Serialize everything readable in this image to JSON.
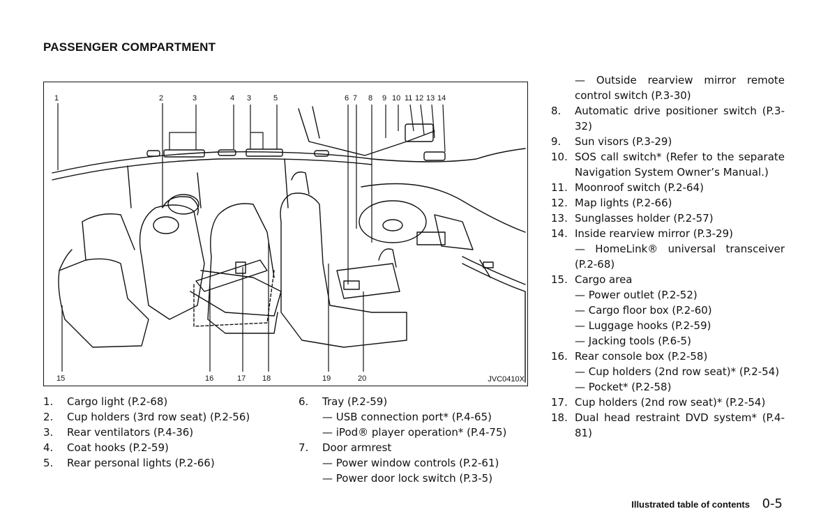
{
  "page": {
    "title": "PASSENGER COMPARTMENT",
    "footer_section": "Illustrated table of contents",
    "footer_page": "0-5"
  },
  "figure": {
    "code": "JVC0410X",
    "top_callouts": [
      "1",
      "2",
      "3",
      "4",
      "3",
      "5",
      "6",
      "7",
      "8",
      "9",
      "10",
      "11",
      "12",
      "13",
      "14"
    ],
    "bottom_callouts": [
      "15",
      "16",
      "17",
      "18",
      "19",
      "20"
    ]
  },
  "items_col1": [
    {
      "num": "1.",
      "text": "Cargo light (P.2-68)"
    },
    {
      "num": "2.",
      "text": "Cup holders (3rd row seat) (P.2-56)"
    },
    {
      "num": "3.",
      "text": "Rear ventilators (P.4-36)"
    },
    {
      "num": "4.",
      "text": "Coat hooks (P.2-59)"
    },
    {
      "num": "5.",
      "text": "Rear personal lights (P.2-66)"
    }
  ],
  "items_col2": [
    {
      "num": "6.",
      "text": "Tray (P.2-59)",
      "subs": [
        "— USB connection port* (P.4-65)",
        "— iPod® player operation* (P.4-75)"
      ]
    },
    {
      "num": "7.",
      "text": "Door armrest",
      "subs": [
        "— Power window controls (P.2-61)",
        "— Power door lock switch (P.3-5)"
      ]
    }
  ],
  "col3_cont": "— Outside rearview mirror remote control switch (P.3-30)",
  "items_col3": [
    {
      "num": "8.",
      "text": "Automatic drive positioner switch (P.3-32)"
    },
    {
      "num": "9.",
      "text": "Sun visors (P.3-29)"
    },
    {
      "num": "10.",
      "text": "SOS call switch* (Refer to the separate Navigation System Owner’s Manual.)"
    },
    {
      "num": "11.",
      "text": "Moonroof switch (P.2-64)"
    },
    {
      "num": "12.",
      "text": "Map lights (P.2-66)"
    },
    {
      "num": "13.",
      "text": "Sunglasses holder (P.2-57)"
    },
    {
      "num": "14.",
      "text": "Inside rearview mirror (P.3-29)",
      "subs": [
        "— HomeLink® universal transceiver (P.2-68)"
      ]
    },
    {
      "num": "15.",
      "text": "Cargo area",
      "subs": [
        "— Power outlet (P.2-52)",
        "— Cargo floor box (P.2-60)",
        "— Luggage hooks (P.2-59)",
        "— Jacking tools (P.6-5)"
      ]
    },
    {
      "num": "16.",
      "text": "Rear console box (P.2-58)",
      "subs": [
        "— Cup holders (2nd row seat)* (P.2-54)",
        "— Pocket* (P.2-58)"
      ]
    },
    {
      "num": "17.",
      "text": "Cup holders (2nd row seat)* (P.2-54)"
    },
    {
      "num": "18.",
      "text": "Dual head restraint DVD system* (P.4-81)"
    }
  ]
}
